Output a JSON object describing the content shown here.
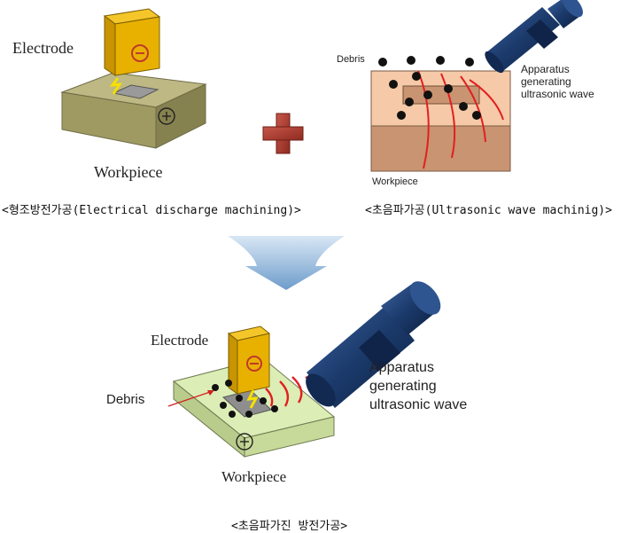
{
  "top_left": {
    "electrode_label": "Electrode",
    "workpiece_label": "Workpiece",
    "caption": "<형조방전가공(Electrical discharge machining)>"
  },
  "top_right": {
    "debris_label": "Debris",
    "apparatus_label": [
      "Apparatus",
      "generating",
      "ultrasonic wave"
    ],
    "workpiece_label": "Workpiece",
    "caption": "<초음파가공(Ultrasonic wave machinig)>"
  },
  "bottom": {
    "electrode_label": "Electrode",
    "debris_label": "Debris",
    "apparatus_label": [
      "Apparatus",
      "generating",
      "ultrasonic wave"
    ],
    "workpiece_label": "Workpiece",
    "caption": "<초음파가진 방전가공>"
  },
  "symbols": {
    "minus": "⊖",
    "plus": "⊕",
    "spark": "⚡"
  },
  "colors": {
    "electrode": "#E8B100",
    "workpiece_top_left": "#A7A36A",
    "workpiece_bottom": "#D9EBB2",
    "workpiece_right_upper": "#F6C9A8",
    "workpiece_right_lower": "#C99472",
    "plus_sign": "#B33A2E",
    "arrow": "#A8C8E8",
    "transducer": "#1B3A6B",
    "wave": "#E02020",
    "debris": "#111111"
  }
}
